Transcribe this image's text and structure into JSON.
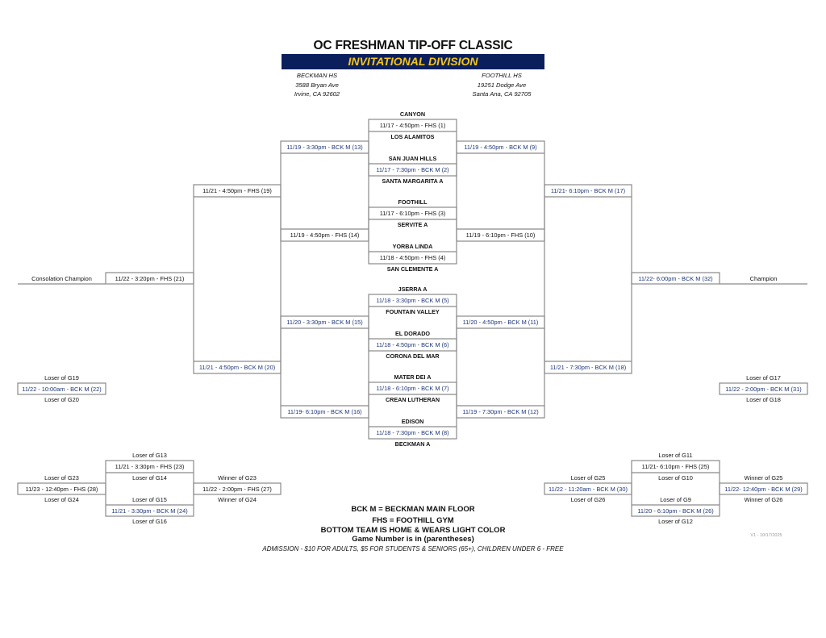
{
  "header": {
    "title": "OC FRESHMAN TIP-OFF CLASSIC",
    "division": "INVITATIONAL DIVISION",
    "venues": [
      {
        "name": "BECKMAN HS",
        "street": "3588 Bryan Ave",
        "city": "Irvine, CA 92602"
      },
      {
        "name": "FOOTHILL HS",
        "street": "19251 Dodge Ave",
        "city": "Santa Ana, CA 92705"
      }
    ]
  },
  "colors": {
    "banner": "#0b1f5c",
    "banner_text": "#f5c518",
    "bck_text": "#1d3578",
    "lines": "#8a8a8a"
  },
  "teams": {
    "canyon": "CANYON",
    "los_alamitos": "LOS ALAMITOS",
    "san_juan_hills": "SAN JUAN HILLS",
    "santa_margarita": "SANTA MARGARITA A",
    "foothill": "FOOTHILL",
    "servite": "SERVITE A",
    "yorba_linda": "YORBA LINDA",
    "san_clemente": "SAN CLEMENTE A",
    "jserra": "JSERRA A",
    "fountain_valley": "FOUNTAIN VALLEY",
    "el_dorado": "EL DORADO",
    "corona_del_mar": "CORONA DEL MAR",
    "mater_dei": "MATER DEI A",
    "crean_lutheran": "CREAN LUTHERAN",
    "edison": "EDISON",
    "beckman": "BECKMAN A"
  },
  "games": {
    "g1": "11/17 - 4:50pm - FHS  (1)",
    "g2": "11/17 - 7:30pm - BCK M  (2)",
    "g3": "11/17 - 6:10pm - FHS  (3)",
    "g4": "11/18 - 4:50pm - FHS  (4)",
    "g5": "11/18 - 3:30pm - BCK M  (5)",
    "g6": "11/18 - 4:50pm - BCK M  (6)",
    "g7": "11/18 - 6:10pm - BCK M  (7)",
    "g8": "11/18 - 7:30pm - BCK M  (8)",
    "g9": "11/19 - 4:50pm - BCK M  (9)",
    "g10": "11/19 - 6:10pm - FHS  (10)",
    "g11": "11/20 - 4:50pm - BCK M  (11)",
    "g12": "11/19 - 7:30pm - BCK M  (12)",
    "g13": "11/19 - 3:30pm - BCK M  (13)",
    "g14": "11/19 - 4:50pm - FHS  (14)",
    "g15": "11/20 - 3:30pm - BCK M  (15)",
    "g16": "11/19- 6:10pm - BCK M  (16)",
    "g17": "11/21- 6:10pm - BCK M  (17)",
    "g18": "11/21 - 7:30pm - BCK M  (18)",
    "g19": "11/21 - 4:50pm - FHS  (19)",
    "g20": "11/21 - 4:50pm - BCK M  (20)",
    "g21": "11/22 - 3:20pm - FHS  (21)",
    "g22": "11/22 - 10:00am - BCK M (22)",
    "g23": "11/21 - 3:30pm - FHS  (23)",
    "g24": "11/21 - 3:30pm - BCK M  (24)",
    "g25": "11/21- 6:10pm - FHS  (25)",
    "g26": "11/20 - 6:10pm - BCK M  (26)",
    "g27": "11/22 - 2:00pm - FHS (27)",
    "g28": "11/23 - 12:40pm - FHS (28)",
    "g29": "11/22- 12:40pm - BCK M  (29)",
    "g30": "11/22 - 11:20am - BCK M  (30)",
    "g31": "11/22 - 2:00pm - BCK M  (31)",
    "g32": "11/22- 6:00pm - BCK M  (32)"
  },
  "labels": {
    "consolation_champion": "Consolation Champion",
    "champion": "Champion",
    "loser_g19": "Loser of  G19",
    "loser_g20": "Loser of  G20",
    "loser_g17": "Loser of  G17",
    "loser_g18": "Loser of  G18",
    "loser_g13": "Loser of  G13",
    "loser_g14": "Loser of  G14",
    "loser_g15": "Loser of  G15",
    "loser_g16": "Loser of  G16",
    "loser_g23": "Loser of  G23",
    "loser_g24": "Loser of  G24",
    "winner_g23": "Winner of  G23",
    "winner_g24": "Winner of  G24",
    "loser_g11": "Loser of  G11",
    "loser_g10": "Loser of  G10",
    "loser_g9": "Loser of  G9",
    "loser_g12": "Loser of  G12",
    "loser_g25": "Loser of G25",
    "loser_g26": "Loser of  G26",
    "winner_g25": "Winner of G25",
    "winner_g26": "Winner of  G26"
  },
  "legend": {
    "bck": "BCK M = BECKMAN MAIN FLOOR",
    "fhs": "FHS = FOOTHILL GYM",
    "home": "BOTTOM TEAM IS HOME & WEARS LIGHT COLOR",
    "game_number": "Game Number is in (parentheses)"
  },
  "admission": "ADMISSION  -  $10 FOR ADULTS,  $5 FOR STUDENTS & SENIORS (65+),  CHILDREN UNDER 6 - FREE",
  "version": "V1 - 10/17/2025"
}
